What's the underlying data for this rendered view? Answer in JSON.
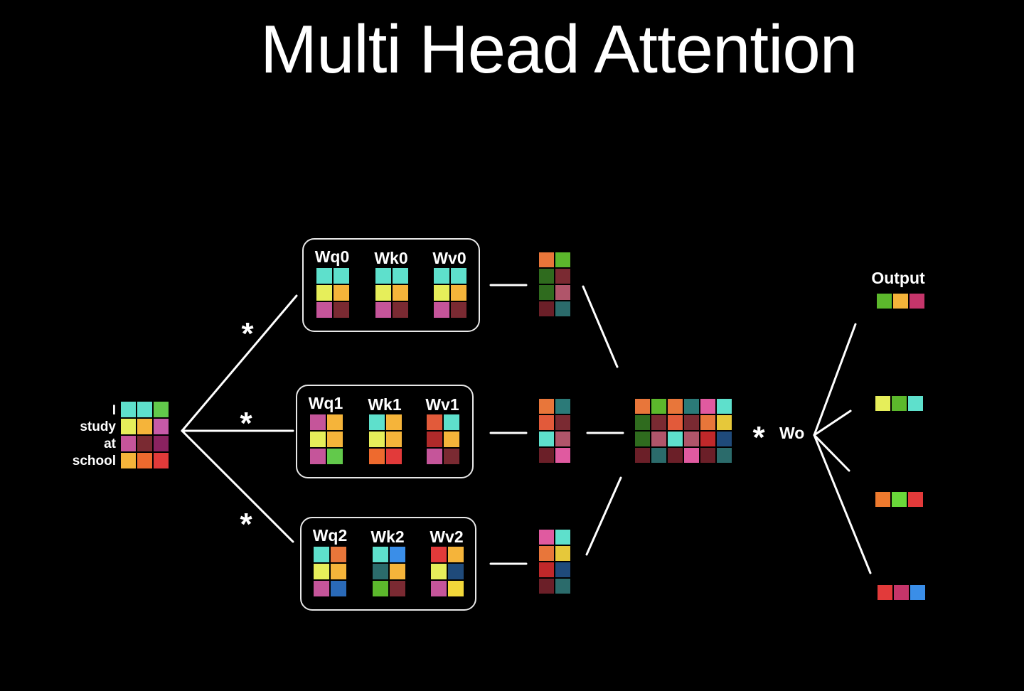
{
  "title": "Multi Head Attention",
  "input": {
    "words": [
      "I",
      "study",
      "at",
      "school"
    ],
    "matrix": [
      [
        "#5ee0cc",
        "#5ee0cc",
        "#62c94b"
      ],
      [
        "#e6ee5a",
        "#f5b43a",
        "#c75aa8"
      ],
      [
        "#c5559a",
        "#7a2a32",
        "#8a2260"
      ],
      [
        "#f5b43a",
        "#ee6a2e",
        "#e23a3a"
      ]
    ]
  },
  "operators": {
    "multiply": "*"
  },
  "heads": [
    {
      "labels": [
        "Wq0",
        "Wk0",
        "Wv0"
      ],
      "matrices": [
        [
          [
            "#5ee0cc",
            "#5ee0cc"
          ],
          [
            "#e6ee5a",
            "#f5b43a"
          ],
          [
            "#c5559a",
            "#7a2a32"
          ]
        ],
        [
          [
            "#5ee0cc",
            "#5ee0cc"
          ],
          [
            "#e6ee5a",
            "#f5b43a"
          ],
          [
            "#c5559a",
            "#7a2a32"
          ]
        ],
        [
          [
            "#5ee0cc",
            "#5ee0cc"
          ],
          [
            "#e6ee5a",
            "#f5b43a"
          ],
          [
            "#c5559a",
            "#7a2a32"
          ]
        ]
      ],
      "z": [
        [
          "#e8763a",
          "#5cb82c"
        ],
        [
          "#2f6b1e",
          "#7a2a32"
        ],
        [
          "#2f6b1e",
          "#b0556a"
        ],
        [
          "#6b1f28",
          "#2b6b6b"
        ]
      ]
    },
    {
      "labels": [
        "Wq1",
        "Wk1",
        "Wv1"
      ],
      "matrices": [
        [
          [
            "#c5559a",
            "#f5b43a"
          ],
          [
            "#e6ee5a",
            "#f5b43a"
          ],
          [
            "#c5559a",
            "#62c94b"
          ]
        ],
        [
          [
            "#5ee0cc",
            "#f5b43a"
          ],
          [
            "#e6ee5a",
            "#f5b43a"
          ],
          [
            "#ee6a2e",
            "#e23a3a"
          ]
        ],
        [
          [
            "#e25a3a",
            "#5ee0cc"
          ],
          [
            "#b02a2a",
            "#f5b43a"
          ],
          [
            "#c5559a",
            "#7a2a32"
          ]
        ]
      ],
      "z": [
        [
          "#e8763a",
          "#2b7a78"
        ],
        [
          "#e25a3a",
          "#7a2a32"
        ],
        [
          "#5ee0cc",
          "#b0556a"
        ],
        [
          "#6b1f28",
          "#e05aa0"
        ]
      ]
    },
    {
      "labels": [
        "Wq2",
        "Wk2",
        "Wv2"
      ],
      "matrices": [
        [
          [
            "#5ee0cc",
            "#e8763a"
          ],
          [
            "#e6ee5a",
            "#f5b43a"
          ],
          [
            "#c5559a",
            "#2a6ab8"
          ]
        ],
        [
          [
            "#5ee0cc",
            "#3a8ee8"
          ],
          [
            "#2b6b6b",
            "#f5b43a"
          ],
          [
            "#5cb82c",
            "#7a2a32"
          ]
        ],
        [
          [
            "#e23a3a",
            "#f5b43a"
          ],
          [
            "#e6ee5a",
            "#1f4a7a"
          ],
          [
            "#c5559a",
            "#f2d83a"
          ]
        ]
      ],
      "z": [
        [
          "#e05aa0",
          "#5ee0cc"
        ],
        [
          "#e8763a",
          "#e6c83a"
        ],
        [
          "#c0282a",
          "#1f4a7a"
        ],
        [
          "#6b1f28",
          "#2b6b6b"
        ]
      ]
    }
  ],
  "concat": [
    [
      "#e8763a",
      "#5cb82c",
      "#e8763a",
      "#2b7a78",
      "#e05aa0",
      "#5ee0cc"
    ],
    [
      "#2f6b1e",
      "#7a2a32",
      "#e25a3a",
      "#7a2a32",
      "#e8763a",
      "#e6c83a"
    ],
    [
      "#2f6b1e",
      "#b0556a",
      "#5ee0cc",
      "#b0556a",
      "#c0282a",
      "#1f4a7a"
    ],
    [
      "#6b1f28",
      "#2b6b6b",
      "#6b1f28",
      "#e05aa0",
      "#6b1f28",
      "#2b6b6b"
    ]
  ],
  "wo_label": "Wo",
  "output": {
    "label": "Output",
    "rows": [
      [
        "#5cb82c",
        "#f5b43a",
        "#c5356a"
      ],
      [
        "#e6ee5a",
        "#5cb82c",
        "#5ee0cc"
      ],
      [
        "#ee7a2e",
        "#6ad83a",
        "#e23a3a"
      ],
      [
        "#e23a3a",
        "#c5356a",
        "#3a8ee8"
      ]
    ]
  }
}
